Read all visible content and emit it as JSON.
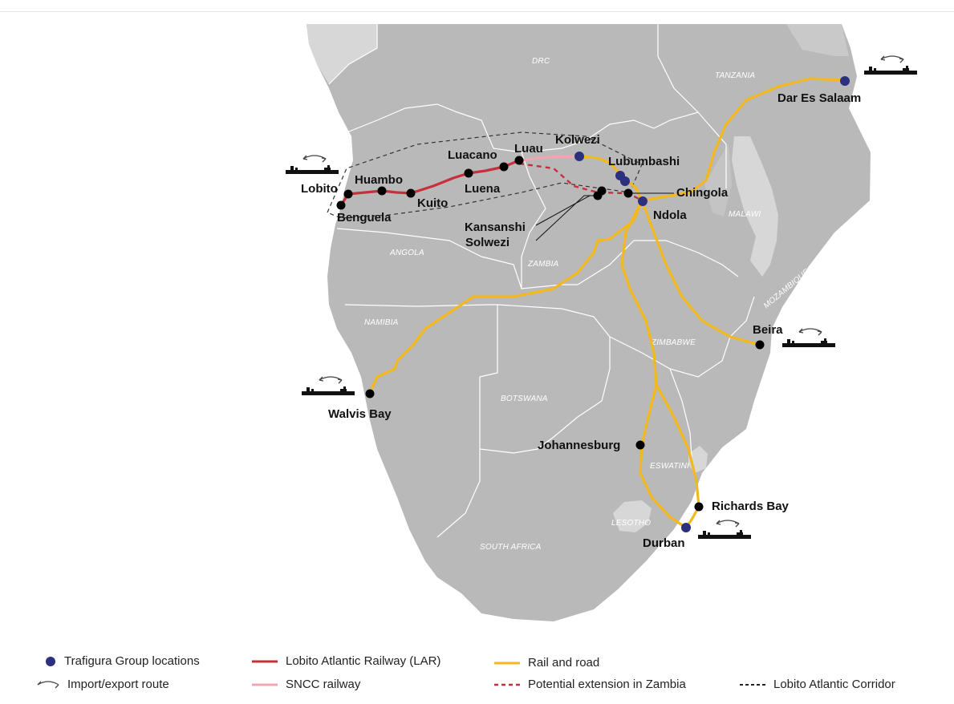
{
  "map": {
    "countries": [
      "DRC",
      "TANZANIA",
      "ANGOLA",
      "ZAMBIA",
      "MALAWI",
      "MOZAMBIQUE",
      "NAMIBIA",
      "ZIMBABWE",
      "BOTSWANA",
      "ESWATINI",
      "LESOTHO",
      "SOUTH AFRICA"
    ],
    "cities": {
      "dar": "Dar Es Salaam",
      "kolwezi": "Kolwezi",
      "lubumbashi": "Lubumbashi",
      "chingola": "Chingola",
      "ndola": "Ndola",
      "luau": "Luau",
      "luacano": "Luacano",
      "luena": "Luena",
      "huambo": "Huambo",
      "kuito": "Kuito",
      "lobito": "Lobito",
      "benguela": "Benguela",
      "kansanshi": "Kansanshi",
      "solwezi": "Solwezi",
      "beira": "Beira",
      "walvis": "Walvis Bay",
      "johannesburg": "Johannesburg",
      "richards": "Richards Bay",
      "durban": "Durban"
    },
    "colors": {
      "land": "#b9b9b9",
      "land_outside": "#d5d5d5",
      "border": "#ffffff",
      "lar": "#c7303b",
      "sncc": "#f0a7b0",
      "rail_road": "#f2b81d",
      "extension": "#c7303b",
      "trafigura": "#2d2f7f",
      "stop": "#000000",
      "corridor": "#333333"
    }
  },
  "legend": {
    "trafigura": "Trafigura Group locations",
    "import_export": "Import/export route",
    "lar": "Lobito Atlantic Railway (LAR)",
    "sncc": "SNCC railway",
    "rail_road": "Rail and road",
    "extension": "Potential extension in Zambia",
    "corridor": "Lobito Atlantic Corridor"
  }
}
